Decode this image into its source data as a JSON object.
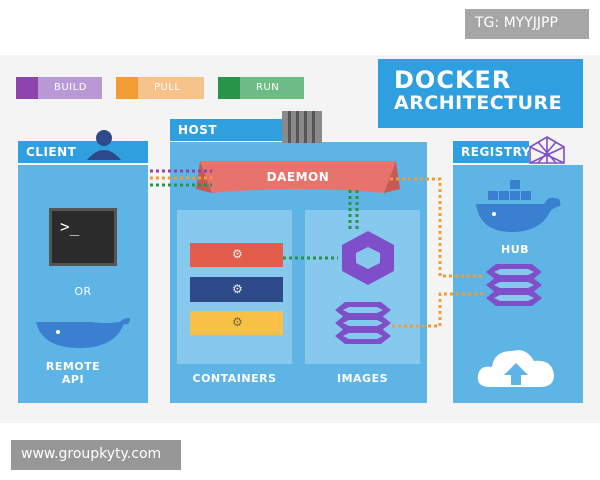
{
  "watermark_top": "TG: MYYJJPP",
  "watermark_bottom": "www.groupkyty.com",
  "title": {
    "line1": "DOCKER",
    "line2": "ARCHITECTURE"
  },
  "legend": [
    {
      "label": "BUILD",
      "color": "#8e44ad",
      "bg": "#b998d6"
    },
    {
      "label": "PULL",
      "color": "#f39c34",
      "bg": "#f7c38a"
    },
    {
      "label": "RUN",
      "color": "#27944a",
      "bg": "#6dbb85"
    }
  ],
  "client": {
    "title": "CLIENT",
    "or": "OR",
    "remote_api": [
      "REMOTE",
      "API"
    ]
  },
  "host": {
    "title": "HOST",
    "daemon": "DAEMON",
    "containers": "CONTAINERS",
    "images": "IMAGES"
  },
  "registry": {
    "title": "REGISTRY",
    "hub": "HUB"
  },
  "colors": {
    "panel": "#5fb4e6",
    "tab": "#2f9fe0",
    "daemon": "#e8736c",
    "image_purple": "#7f4fc9",
    "container_red": "#e35d4a",
    "container_navy": "#2e4a8a",
    "container_yellow": "#f6c144",
    "line_green": "#27944a",
    "line_orange": "#f39c34",
    "line_purple": "#8e44ad"
  }
}
